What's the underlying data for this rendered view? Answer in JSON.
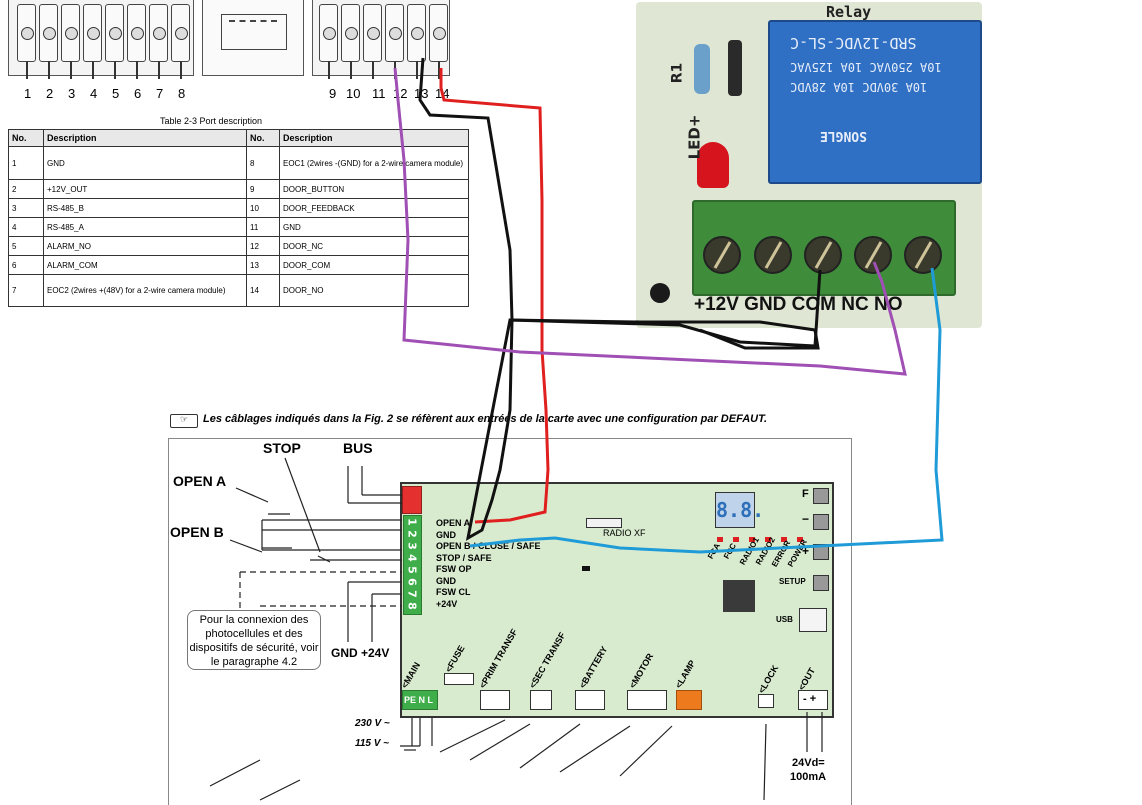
{
  "header_pins": {
    "left_numbers": [
      "1",
      "2",
      "3",
      "4",
      "5",
      "6",
      "7",
      "8"
    ],
    "right_numbers": [
      "9",
      "10",
      "11",
      "12",
      "13",
      "14"
    ]
  },
  "table": {
    "caption": "Table 2-3 Port description",
    "headers": [
      "No.",
      "Description",
      "No.",
      "Description"
    ],
    "rows": [
      {
        "no1": "1",
        "desc1": "GND",
        "no2": "8",
        "desc2": "EOC1 (2wires -(GND) for a 2-wire camera module)"
      },
      {
        "no1": "2",
        "desc1": "+12V_OUT",
        "no2": "9",
        "desc2": "DOOR_BUTTON"
      },
      {
        "no1": "3",
        "desc1": "RS-485_B",
        "no2": "10",
        "desc2": "DOOR_FEEDBACK"
      },
      {
        "no1": "4",
        "desc1": "RS-485_A",
        "no2": "11",
        "desc2": "GND"
      },
      {
        "no1": "5",
        "desc1": "ALARM_NO",
        "no2": "12",
        "desc2": "DOOR_NC"
      },
      {
        "no1": "6",
        "desc1": "ALARM_COM",
        "no2": "13",
        "desc2": "DOOR_COM"
      },
      {
        "no1": "7",
        "desc1": "EOC2 (2wires +(48V) for a 2-wire camera module)",
        "no2": "14",
        "desc2": "DOOR_NO"
      }
    ]
  },
  "relay": {
    "board_label": "Relay",
    "cube_lines": [
      "SRD-12VDC-SL-C",
      "10A 250VAC  10A 125VAC",
      "10A 30VDC  10A 28VDC"
    ],
    "brand": "SONGLE",
    "r1": "R1",
    "led": "LED+",
    "pins": "+12V GND COM NC NO"
  },
  "note": "Les câblages indiqués dans la Fig. 2 se réfèrent aux entrées de la carte avec une configuration par DEFAUT.",
  "controller": {
    "open_a": "OPEN A",
    "open_b": "OPEN B",
    "stop": "STOP",
    "bus": "BUS",
    "inputs": [
      "OPEN A",
      "GND",
      "OPEN B / CLOSE / SAFE",
      "STOP / SAFE",
      "FSW OP",
      "GND",
      "FSW CL",
      "+24V"
    ],
    "strip_numbers": [
      "1",
      "2",
      "3",
      "4",
      "5",
      "6",
      "7",
      "8"
    ],
    "radio_xf": "RADIO XF",
    "display": "8.8.",
    "leds": [
      "FCA",
      "FCC",
      "RADIO1",
      "RADIO2",
      "ERROR",
      "POWER"
    ],
    "side_buttons": [
      "F",
      "−",
      "+",
      "SETUP",
      "USB"
    ],
    "callout": "Pour la connexion des photocellules et des dispositifs de sécurité, voir le paragraphe 4.2",
    "gnd_24v": "GND +24V",
    "connectors": [
      "<MAIN",
      "<FUSE",
      "<PRIM TRANSF",
      "<SEC TRANSF",
      "<BATTERY",
      "<MOTOR",
      "<LAMP",
      "<LOCK",
      "<OUT"
    ],
    "main_pins": "PE N L",
    "out_pins": "- +",
    "v230": "230 V ~",
    "v115": "115 V ~",
    "out_spec_1": "24Vd=",
    "out_spec_2": "100mA"
  },
  "colors": {
    "wire_red": "#e01f1f",
    "wire_black": "#111111",
    "wire_purple": "#a04fb4",
    "wire_blue": "#1f9bd8",
    "pcb": "#d8ebcf",
    "relay_blue": "#2f6fc4",
    "terminal_green": "#3f8d3b"
  }
}
